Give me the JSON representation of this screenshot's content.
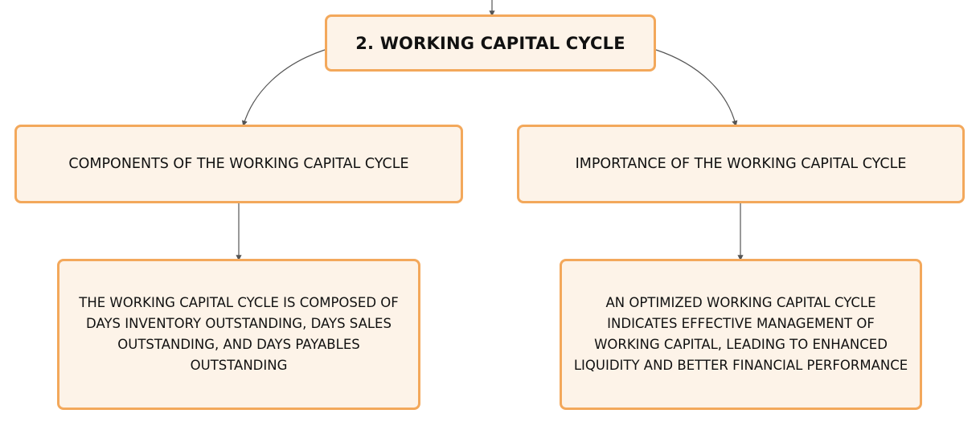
{
  "main_topic": {
    "label": "2. WORKING CAPITAL CYCLE"
  },
  "subtopics": [
    {
      "label": "COMPONENTS OF THE WORKING CAPITAL CYCLE",
      "detail": "THE WORKING CAPITAL CYCLE IS COMPOSED OF DAYS INVENTORY OUTSTANDING, DAYS SALES OUTSTANDING, AND DAYS PAYABLES OUTSTANDING"
    },
    {
      "label": "IMPORTANCE OF THE WORKING CAPITAL CYCLE",
      "detail": "AN OPTIMIZED WORKING CAPITAL CYCLE INDICATES EFFECTIVE MANAGEMENT OF WORKING CAPITAL, LEADING TO ENHANCED LIQUIDITY AND BETTER FINANCIAL PERFORMANCE"
    }
  ],
  "colors": {
    "node_fill": "#fdf3e8",
    "node_border": "#f3a85b",
    "connector": "#555555",
    "text": "#111111"
  }
}
